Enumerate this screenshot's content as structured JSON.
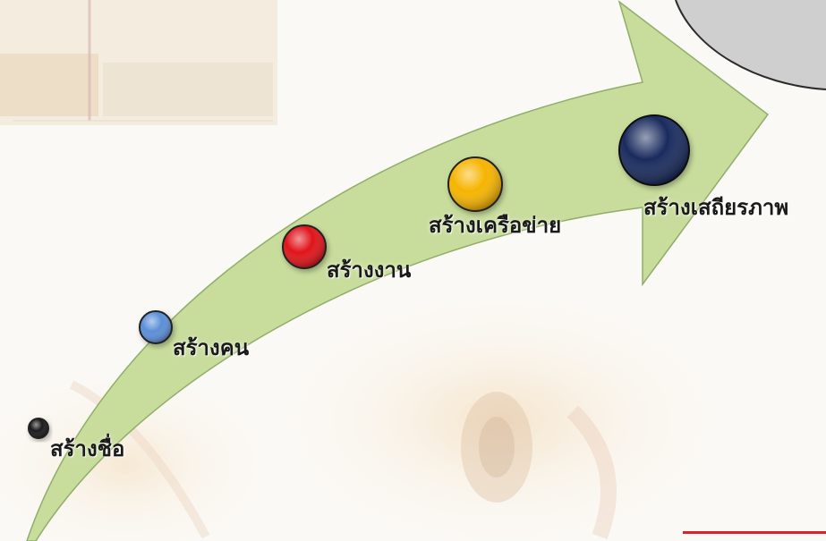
{
  "colors": {
    "arrow_fill": "#c8dc9c",
    "arrow_stroke": "#8fae6a",
    "stage_1": "#1a1a1a",
    "stage_2": "#5b8fd8",
    "stage_3": "#e0141a",
    "stage_4": "#f6b400",
    "stage_5": "#1a2b5e",
    "bubble_fill": "#cfcfcf",
    "accent_bar": "#d7242c"
  },
  "stages": [
    {
      "label": "สร้างชื่อ",
      "dot_color": "#1a1a1a"
    },
    {
      "label": "สร้างคน",
      "dot_color": "#5b8fd8"
    },
    {
      "label": "สร้างงาน",
      "dot_color": "#e0141a"
    },
    {
      "label": "สร้างเครือข่าย",
      "dot_color": "#f6b400"
    },
    {
      "label": "สร้างเสถียรภาพ",
      "dot_color": "#1a2b5e"
    }
  ]
}
